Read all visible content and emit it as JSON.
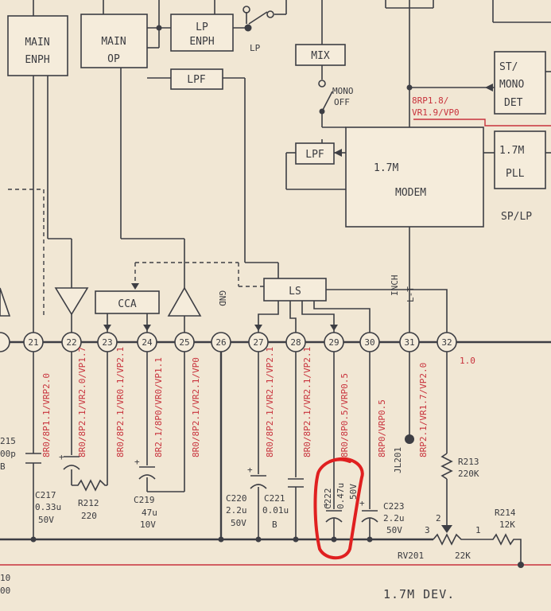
{
  "blocks": {
    "main_enph": [
      "MAIN",
      "ENPH"
    ],
    "main_op": [
      "MAIN",
      "OP"
    ],
    "lp_enph": [
      "LP",
      "ENPH"
    ],
    "lpf_top": "LPF",
    "mix": "MIX",
    "st_mono_det": [
      "ST/",
      "MONO",
      "DET"
    ],
    "lpf_mid": "LPF",
    "modem": [
      "1.7M",
      "MODEM"
    ],
    "pll": [
      "1.7M",
      "PLL"
    ],
    "cca": "CCA",
    "ls": "LS"
  },
  "switch_labels": {
    "lp": "LP",
    "mono_off": [
      "MONO",
      "OFF"
    ]
  },
  "sp_lp": "SP/LP",
  "red_top": [
    "8RP1.8/",
    "VR1.9/VP0"
  ],
  "gnd": "GND",
  "inch": "INCH",
  "l_t": "L-T",
  "pins": [
    "21",
    "22",
    "23",
    "24",
    "25",
    "26",
    "27",
    "28",
    "29",
    "30",
    "31",
    "32"
  ],
  "pin_voltages": [
    "8R0/8P1.1/VRP2.0",
    "8R0/8P2.1/VR2.0/VP1.7",
    "8R0/8P2.1/VR0.1/VP2.1",
    "8R2.1/8P0/VR0/VP1.1",
    "8R0/8P2.1/VR2.1/VP0",
    "8R0/8P2.1/VR2.1/VP2.1",
    "8R0/8P2.1/VR2.1/VP2.1",
    "8R0/8P0.5/VRP0.5",
    "8RP0/VRP0.5",
    "8RP2.1/VR1.7/VP2.0"
  ],
  "pin32_value": "1.0",
  "components": {
    "c215": [
      "215",
      "00p",
      "B"
    ],
    "c217": [
      "C217",
      "0.33u",
      "50V"
    ],
    "r212": [
      "R212",
      "220"
    ],
    "c219": [
      "C219",
      "47u",
      "10V"
    ],
    "c220": [
      "C220",
      "2.2u",
      "50V"
    ],
    "c221": [
      "C221",
      "0.01u",
      "B"
    ],
    "c222": [
      "C222",
      "0.47u",
      "50V"
    ],
    "c223": [
      "C223",
      "2.2u",
      "50V"
    ],
    "jl201": "JL201",
    "r213": [
      "R213",
      "220K"
    ],
    "r214": [
      "R214",
      "12K"
    ],
    "rv201": "RV201",
    "rv201_value": "22K",
    "rv_pins": [
      "1",
      "2",
      "3"
    ]
  },
  "left_edge": [
    "10",
    "00"
  ],
  "footer": "1.7M DEV."
}
